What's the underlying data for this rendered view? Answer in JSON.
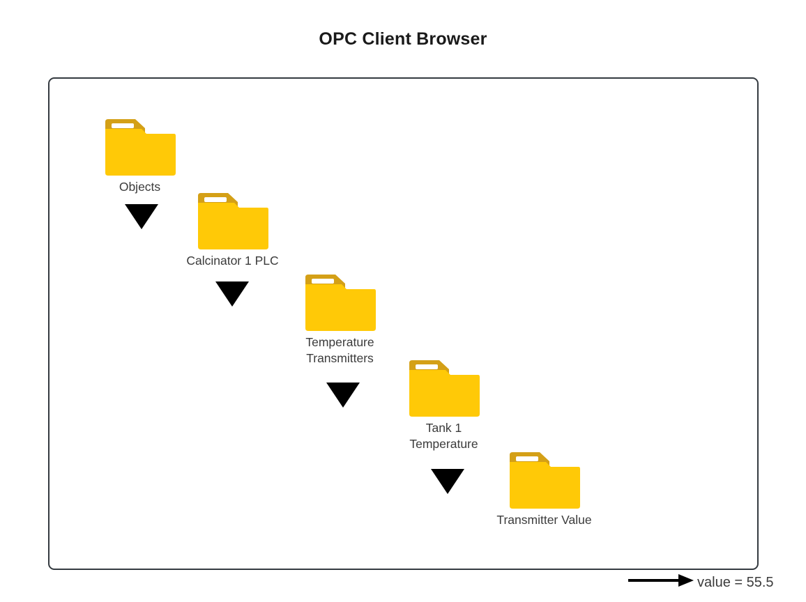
{
  "page": {
    "title": "OPC Client Browser",
    "background_color": "#ffffff",
    "frame_border_color": "#343a40",
    "text_color": "#3b3b3b"
  },
  "colors": {
    "folder_body": "#FFC907",
    "folder_tab": "#D4A017",
    "folder_slot": "#FFFFFF",
    "arrow": "#000000"
  },
  "tree": {
    "nodes": [
      {
        "id": "objects",
        "label": "Objects",
        "icon": "folder-icon"
      },
      {
        "id": "calcinator-1-plc",
        "label": "Calcinator 1 PLC",
        "icon": "folder-icon"
      },
      {
        "id": "temperature-transmitters",
        "label": "Temperature\nTransmitters",
        "icon": "folder-icon"
      },
      {
        "id": "tank-1-temperature",
        "label": "Tank 1\nTemperature",
        "icon": "folder-icon"
      },
      {
        "id": "transmitter-value",
        "label": "Transmitter Value",
        "icon": "folder-icon"
      }
    ],
    "connectors": [
      {
        "id": "objects-to-calcinator",
        "icon": "triangle-down-icon"
      },
      {
        "id": "calcinator-to-temp-xmtrs",
        "icon": "triangle-down-icon"
      },
      {
        "id": "temp-xmtrs-to-tank1",
        "icon": "triangle-down-icon"
      },
      {
        "id": "tank1-to-transmitter-value",
        "icon": "triangle-down-icon"
      }
    ]
  },
  "value_readout": {
    "text": "value = 55.5",
    "variable": "value",
    "value": 55.5,
    "arrow_icon": "arrow-right-icon"
  }
}
